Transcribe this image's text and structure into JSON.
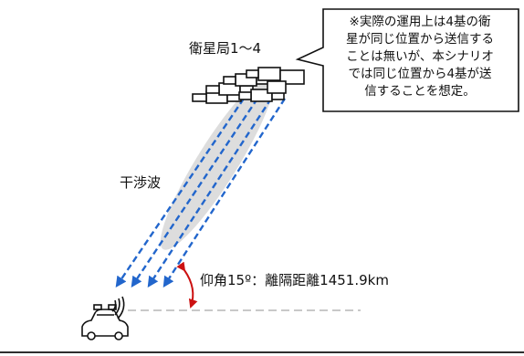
{
  "satellite_label": "衛星局1～4",
  "interference_label": "干渉波",
  "elevation_label": "仰角15º：離隔距離1451.9km",
  "note_lines": [
    "※実際の運用上は4基の衛",
    "星が同じ位置から送信する",
    "ことは無いが、本シナリオ",
    "では同じ位置から4基が送",
    "信することを想定。"
  ],
  "colors": {
    "beam_arrows": "#2266cc",
    "interference_ellipse": "#d9d9d9",
    "elevation_arc": "#cc1111",
    "outline": "#111111"
  },
  "icons": [
    "satellite-icon",
    "car-icon",
    "signal-waves-icon"
  ]
}
